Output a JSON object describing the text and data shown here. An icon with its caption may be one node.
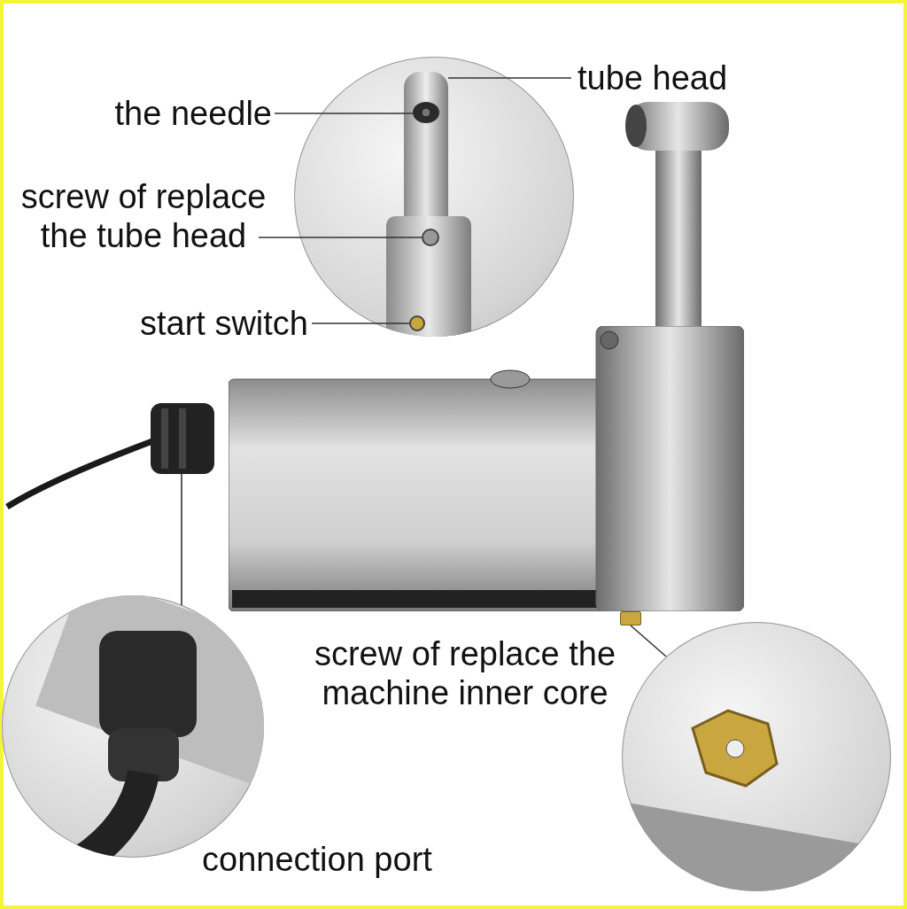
{
  "diagram": {
    "nodes": [
      {
        "text": [
          "tube head"
        ]
      },
      {
        "text": [
          "the needle"
        ]
      },
      {
        "text": [
          "screw of replace the tube head"
        ]
      },
      {
        "text": [
          "start switch"
        ]
      },
      {
        "text": [],
        "shape": "picture"
      },
      {
        "text": [],
        "shape": "picture"
      },
      {
        "text": [],
        "shape": "picture"
      },
      {
        "text": [],
        "shape": "box"
      },
      {
        "text": [],
        "shape": "picture",
        "beside": [
          "connection port"
        ]
      },
      {
        "text": [],
        "shape": "picture"
      },
      {
        "text": [],
        "shape": "picture",
        "in": 4
      },
      {
        "text": [],
        "shape": "picture",
        "in": 4
      },
      {
        "text": [],
        "shape": "circle",
        "in": 4
      },
      {
        "text": [],
        "shape": "circle",
        "in": 4
      }
    ],
    "edges": [
      {
        "from": 0,
        "to": 10,
        "arrow": "none"
      },
      {
        "from": 1,
        "to": 11,
        "arrow": "none"
      },
      {
        "from": 2,
        "to": 12,
        "arrow": "none"
      },
      {
        "from": 3,
        "to": 13,
        "arrow": "none"
      },
      {
        "from": 8,
        "to": 6,
        "arrow": "none"
      },
      {
        "from": 7,
        "to": 9,
        "arrow": "none"
      }
    ],
    "labels": [
      "screw of replace the machine inner core"
    ]
  }
}
